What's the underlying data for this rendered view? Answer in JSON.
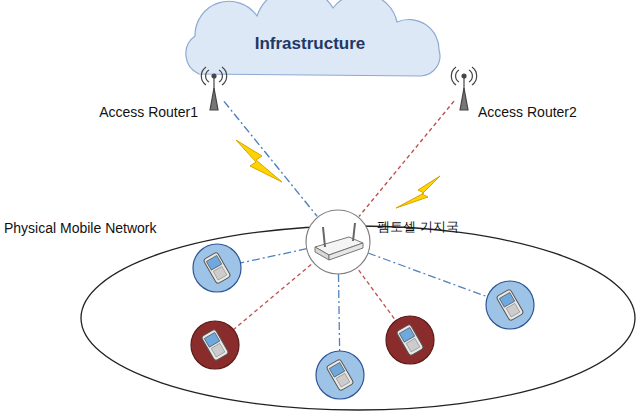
{
  "diagram": {
    "nodes": [
      {
        "text": [
          "Infrastructure"
        ]
      },
      {
        "text": [
          "Access Router1"
        ]
      },
      {
        "text": [
          "Access Router2"
        ]
      },
      {
        "text": [
          "Physical Mobile Network"
        ]
      },
      {
        "text": [
          "펨토셀 기지국"
        ],
        "in": 3
      }
    ],
    "edges": [
      {
        "from": 1,
        "to": 4,
        "arrow": "none"
      },
      {
        "from": 2,
        "to": 4,
        "arrow": "none"
      }
    ]
  }
}
